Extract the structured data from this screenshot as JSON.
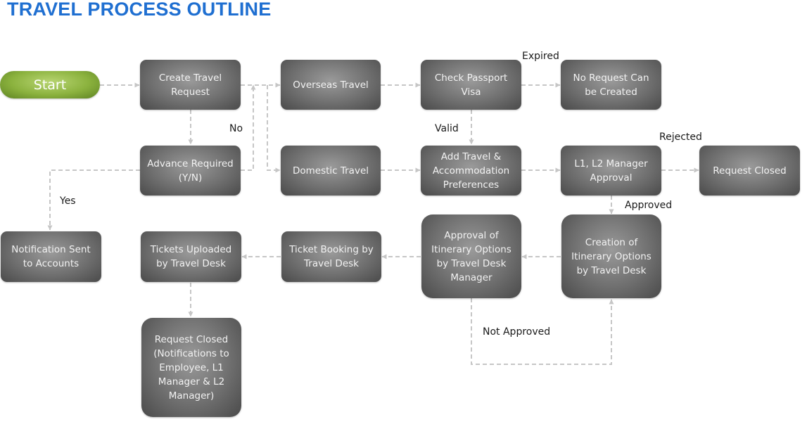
{
  "title": "TRAVEL PROCESS OUTLINE",
  "nodes": {
    "start": "Start",
    "create_request": "Create Travel Request",
    "overseas_travel": "Overseas Travel",
    "check_passport": "Check Passport Visa",
    "no_request": "No Request Can be Created",
    "advance_required": "Advance Required (Y/N)",
    "domestic_travel": "Domestic Travel",
    "add_preferences": "Add Travel & Accommodation Preferences",
    "manager_approval": "L1, L2 Manager Approval",
    "request_closed_rejected": "Request Closed",
    "notification_accounts": "Notification Sent to Accounts",
    "tickets_uploaded": "Tickets Uploaded by Travel Desk",
    "ticket_booking": "Ticket Booking by Travel Desk",
    "approval_itinerary": "Approval of Itinerary Options by Travel Desk Manager",
    "creation_itinerary": "Creation of Itinerary Options by Travel Desk",
    "request_closed_final": "Request Closed (Notifications to Employee, L1 Manager & L2 Manager)"
  },
  "edge_labels": {
    "expired": "Expired",
    "no": "No",
    "valid": "Valid",
    "rejected": "Rejected",
    "yes": "Yes",
    "approved": "Approved",
    "not_approved": "Not Approved"
  },
  "colors": {
    "title": "#1f6fd1",
    "node_fill": "#6f6f6f",
    "start_fill": "#8bb23e",
    "connector": "#c6c6c6"
  }
}
